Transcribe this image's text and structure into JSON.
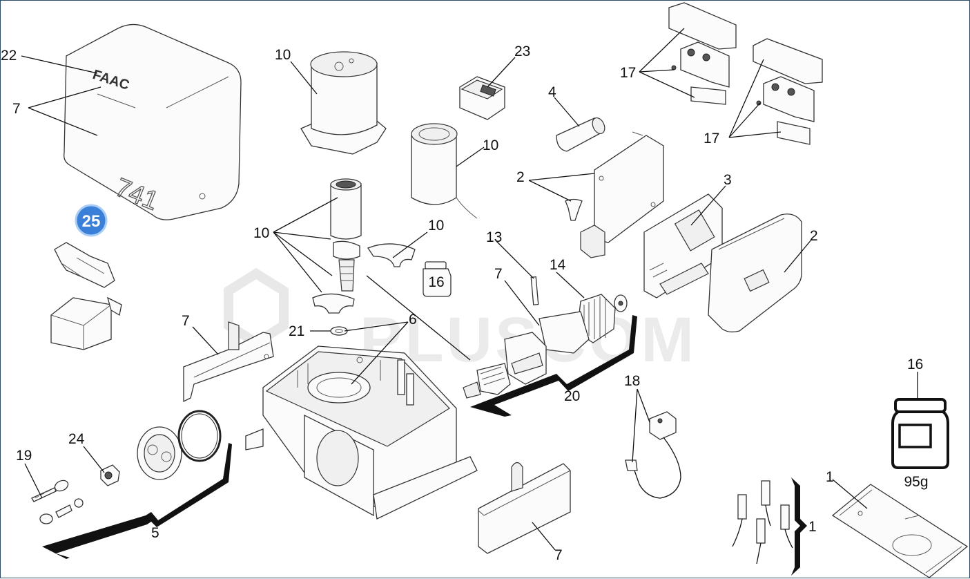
{
  "diagram": {
    "watermark": "PLUSCOM",
    "badge": "25",
    "jar_small_label": "16",
    "jar_large_weight": "95g"
  },
  "callouts": [
    {
      "id": "c22",
      "text": "22"
    },
    {
      "id": "c7a",
      "text": "7"
    },
    {
      "id": "c10a",
      "text": "10"
    },
    {
      "id": "c23",
      "text": "23"
    },
    {
      "id": "c4",
      "text": "4"
    },
    {
      "id": "c10b",
      "text": "10"
    },
    {
      "id": "c17a",
      "text": "17"
    },
    {
      "id": "c17b",
      "text": "17"
    },
    {
      "id": "c2a",
      "text": "2"
    },
    {
      "id": "c3",
      "text": "3"
    },
    {
      "id": "c10c",
      "text": "10"
    },
    {
      "id": "c10d",
      "text": "10"
    },
    {
      "id": "c13",
      "text": "13"
    },
    {
      "id": "c2b",
      "text": "2"
    },
    {
      "id": "c7b",
      "text": "7"
    },
    {
      "id": "c14",
      "text": "14"
    },
    {
      "id": "c7c",
      "text": "7"
    },
    {
      "id": "c21",
      "text": "21"
    },
    {
      "id": "c6",
      "text": "6"
    },
    {
      "id": "c20",
      "text": "20"
    },
    {
      "id": "c18",
      "text": "18"
    },
    {
      "id": "c16",
      "text": "16"
    },
    {
      "id": "c19",
      "text": "19"
    },
    {
      "id": "c24",
      "text": "24"
    },
    {
      "id": "c5",
      "text": "5"
    },
    {
      "id": "c1a",
      "text": "1"
    },
    {
      "id": "c1b",
      "text": "1"
    },
    {
      "id": "c7d",
      "text": "7"
    }
  ]
}
